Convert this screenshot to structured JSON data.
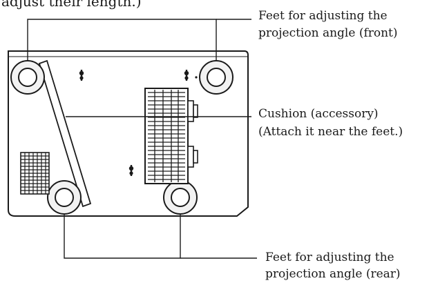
{
  "header_text": "adjust their length.)",
  "callouts": {
    "feet_front": {
      "line1": "Feet for adjusting the",
      "line2": "projection angle (front)"
    },
    "cushion": {
      "line1": "Cushion (accessory)",
      "line2": "(Attach it near the feet.)"
    },
    "feet_rear": {
      "line1": "Feet for adjusting the",
      "line2": "projection angle (rear)"
    }
  }
}
